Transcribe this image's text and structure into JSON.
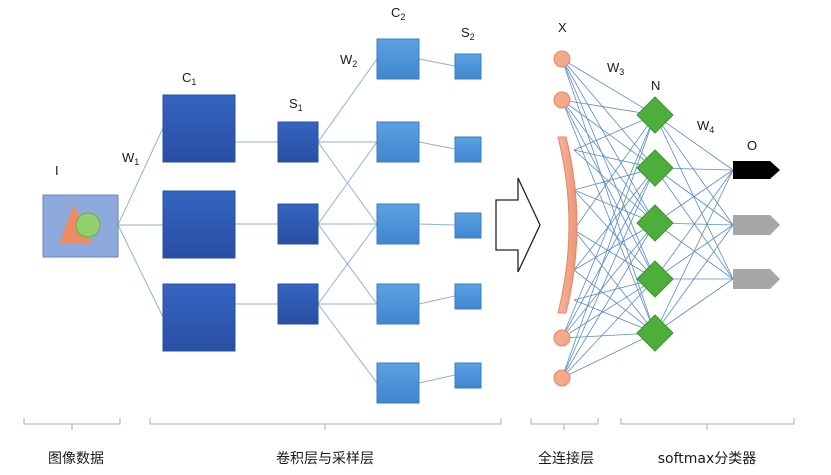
{
  "labels": {
    "input": "I",
    "w1": "W",
    "w1_sub": "1",
    "c1": "C",
    "c1_sub": "1",
    "s1": "S",
    "s1_sub": "1",
    "w2": "W",
    "w2_sub": "2",
    "c2": "C",
    "c2_sub": "2",
    "s2": "S",
    "s2_sub": "2",
    "x": "X",
    "w3": "W",
    "w3_sub": "3",
    "n": "N",
    "w4": "W",
    "w4_sub": "4",
    "o": "O"
  },
  "captions": {
    "image_data": "图像数据",
    "conv_pool": "卷积层与采样层",
    "fully_connected": "全连接层",
    "softmax": "softmax分类器"
  },
  "colors": {
    "input_fill": "#8ea9db",
    "conv_fill": "#2f5db8",
    "pool_fill": "#3a66c4",
    "c2_fill": "#4f97dc",
    "s2_fill": "#4f97dc",
    "node_fill": "#f4a98b",
    "diamond_fill": "#4caf3a",
    "output_active": "#000000",
    "output_inactive": "#a6a6a6",
    "triangle_fill": "#f08a5d",
    "circle_fill": "#92d06c"
  }
}
